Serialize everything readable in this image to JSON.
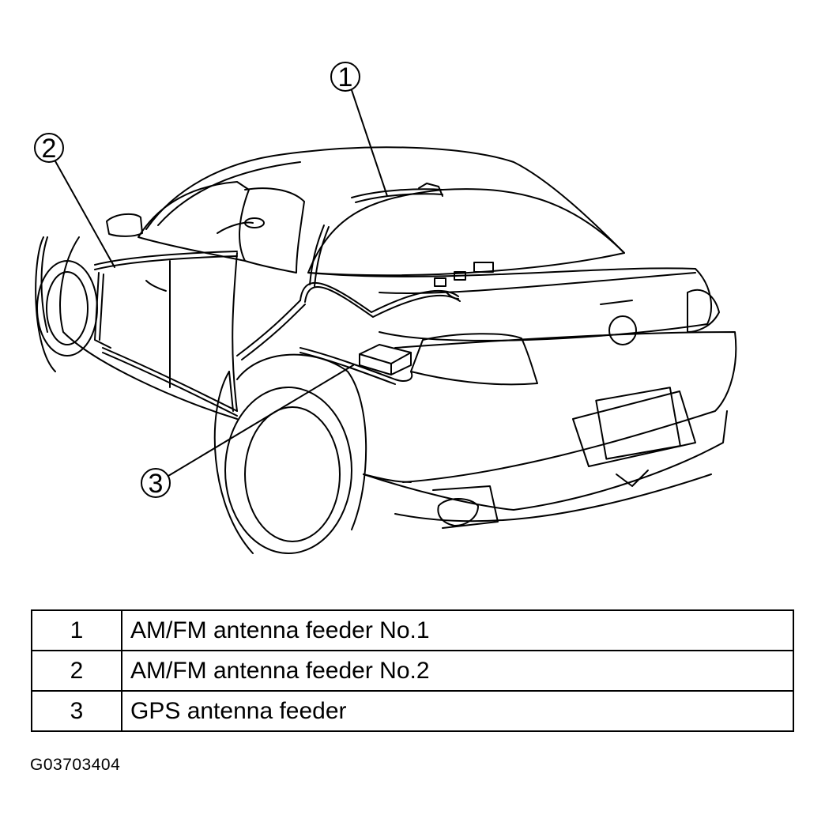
{
  "callouts": [
    {
      "number": "1"
    },
    {
      "number": "2"
    },
    {
      "number": "3"
    }
  ],
  "legend": {
    "rows": [
      {
        "number": "1",
        "description": "AM/FM antenna feeder No.1"
      },
      {
        "number": "2",
        "description": "AM/FM antenna feeder No.2"
      },
      {
        "number": "3",
        "description": "GPS antenna feeder"
      }
    ]
  },
  "figure_code": "G03703404"
}
